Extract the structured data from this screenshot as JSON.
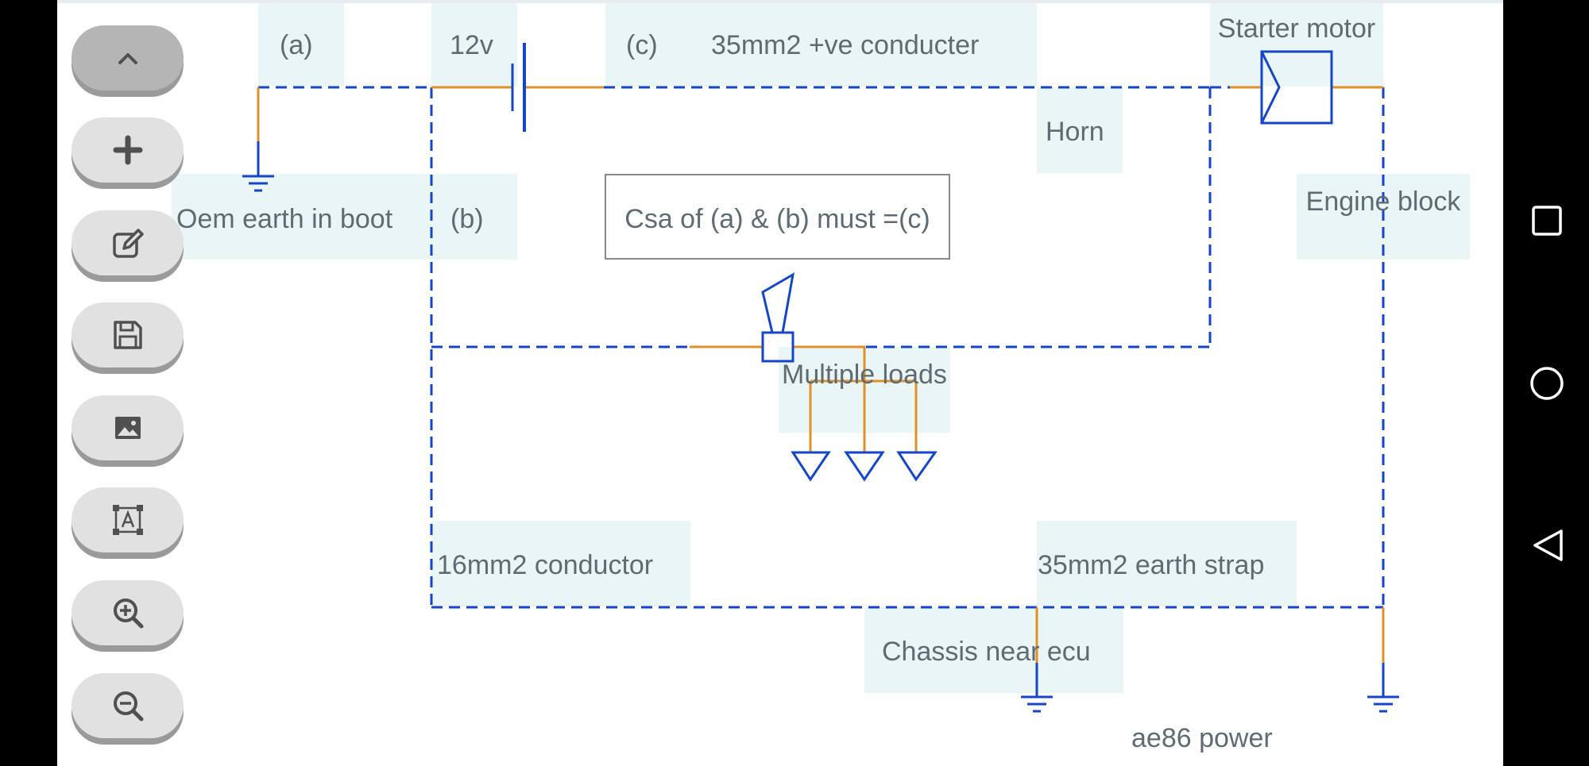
{
  "diagram": {
    "labels": {
      "a": "(a)",
      "v12": "12v",
      "c": "(c)",
      "pos_conductor": "35mm2 +ve conducter",
      "starter_motor": "Starter motor",
      "horn": "Horn",
      "oem_earth": "Oem earth in boot",
      "b": "(b)",
      "csa_note": "Csa of (a) & (b) must =(c)",
      "engine_block": "Engine block",
      "multiple_loads": "Multiple loads",
      "conductor_16": "16mm2 conductor",
      "earth_strap": "35mm2 earth strap",
      "chassis_ecu": "Chassis near ecu",
      "title": "ae86 power"
    }
  },
  "toolbar": {
    "items": [
      {
        "name": "collapse",
        "icon": "chevron-up-icon"
      },
      {
        "name": "add",
        "icon": "plus-icon"
      },
      {
        "name": "edit",
        "icon": "edit-icon"
      },
      {
        "name": "save",
        "icon": "floppy-disk-icon"
      },
      {
        "name": "image",
        "icon": "image-icon"
      },
      {
        "name": "text",
        "icon": "text-box-icon"
      },
      {
        "name": "zoom-in",
        "icon": "zoom-in-icon"
      },
      {
        "name": "zoom-out",
        "icon": "zoom-out-icon"
      }
    ]
  },
  "navigation": {
    "items": [
      {
        "name": "recents",
        "icon": "square-icon"
      },
      {
        "name": "home",
        "icon": "circle-icon"
      },
      {
        "name": "back",
        "icon": "triangle-back-icon"
      }
    ]
  },
  "colors": {
    "wire_blue": "#1646c8",
    "wire_orange": "#e0902a",
    "label_bg": "#eaf6f5",
    "label_text": "#5f6b73"
  }
}
